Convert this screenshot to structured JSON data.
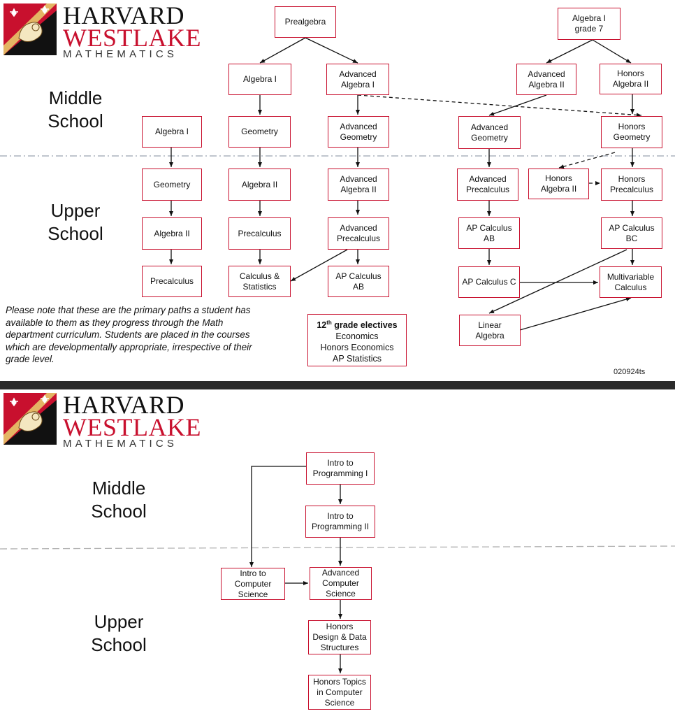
{
  "logo": {
    "line1": "HARVARD",
    "line2": "WESTLAKE",
    "line3": "MATHEMATICS",
    "shield_icon": "lion-shield-icon",
    "colors": {
      "red": "#c8102e",
      "black": "#111111",
      "gold": "#e7c86a"
    }
  },
  "math": {
    "middle_school_label_line1": "Middle",
    "middle_school_label_line2": "School",
    "upper_school_label_line1": "Upper",
    "upper_school_label_line2": "School",
    "courses": {
      "prealgebra": [
        "Prealgebra"
      ],
      "alg1_grade7": [
        "Algebra I",
        "grade 7"
      ],
      "alg1_ms": [
        "Algebra I"
      ],
      "adv_alg1": [
        "Advanced",
        "Algebra I"
      ],
      "adv_alg2_ms": [
        "Advanced",
        "Algebra II"
      ],
      "hon_alg2_ms": [
        "Honors",
        "Algebra II"
      ],
      "alg1_a": [
        "Algebra I"
      ],
      "geometry_ms": [
        "Geometry"
      ],
      "adv_geometry_a": [
        "Advanced",
        "Geometry"
      ],
      "adv_geometry_b": [
        "Advanced",
        "Geometry"
      ],
      "hon_geometry": [
        "Honors",
        "Geometry"
      ],
      "geometry_us": [
        "Geometry"
      ],
      "alg2_b": [
        "Algebra II"
      ],
      "adv_alg2_us": [
        "Advanced",
        "Algebra II"
      ],
      "adv_precalc_b": [
        "Advanced",
        "Precalculus"
      ],
      "hon_alg2_us": [
        "Honors",
        "Algebra II"
      ],
      "hon_precalc": [
        "Honors",
        "Precalculus"
      ],
      "alg2_a": [
        "Algebra II"
      ],
      "precalc_b": [
        "Precalculus"
      ],
      "adv_precalc_a": [
        "Advanced",
        "Precalculus"
      ],
      "ap_calc_ab_b": [
        "AP Calculus",
        "AB"
      ],
      "ap_calc_bc": [
        "AP Calculus",
        "BC"
      ],
      "precalc_a": [
        "Precalculus"
      ],
      "calc_stats": [
        "Calculus &",
        "Statistics"
      ],
      "ap_calc_ab_a": [
        "AP Calculus",
        "AB"
      ],
      "ap_calc_c": [
        "AP Calculus C"
      ],
      "multivariable": [
        "Multivariable",
        "Calculus"
      ],
      "linear_algebra": [
        "Linear",
        "Algebra"
      ]
    },
    "electives": {
      "title_main": "12",
      "title_sup": "th",
      "title_rest": " grade electives",
      "items": [
        "Economics",
        "Honors Economics",
        "AP Statistics"
      ]
    },
    "note": "Please note that these are the primary paths a student has available to them as they progress through the Math department curriculum. Students are placed in the courses which are developmentally appropriate, irrespective of their grade level.",
    "version": "020924ts"
  },
  "cs": {
    "middle_school_label_line1": "Middle",
    "middle_school_label_line2": "School",
    "upper_school_label_line1": "Upper",
    "upper_school_label_line2": "School",
    "courses": {
      "intro_prog1": [
        "Intro to",
        "Programming I"
      ],
      "intro_prog2": [
        "Intro to",
        "Programming II"
      ],
      "intro_cs": [
        "Intro to",
        "Computer",
        "Science"
      ],
      "adv_cs": [
        "Advanced",
        "Computer",
        "Science"
      ],
      "hon_dds": [
        "Honors",
        "Design & Data",
        "Structures"
      ],
      "hon_topics": [
        "Honors Topics",
        "in Computer",
        "Science"
      ]
    }
  }
}
